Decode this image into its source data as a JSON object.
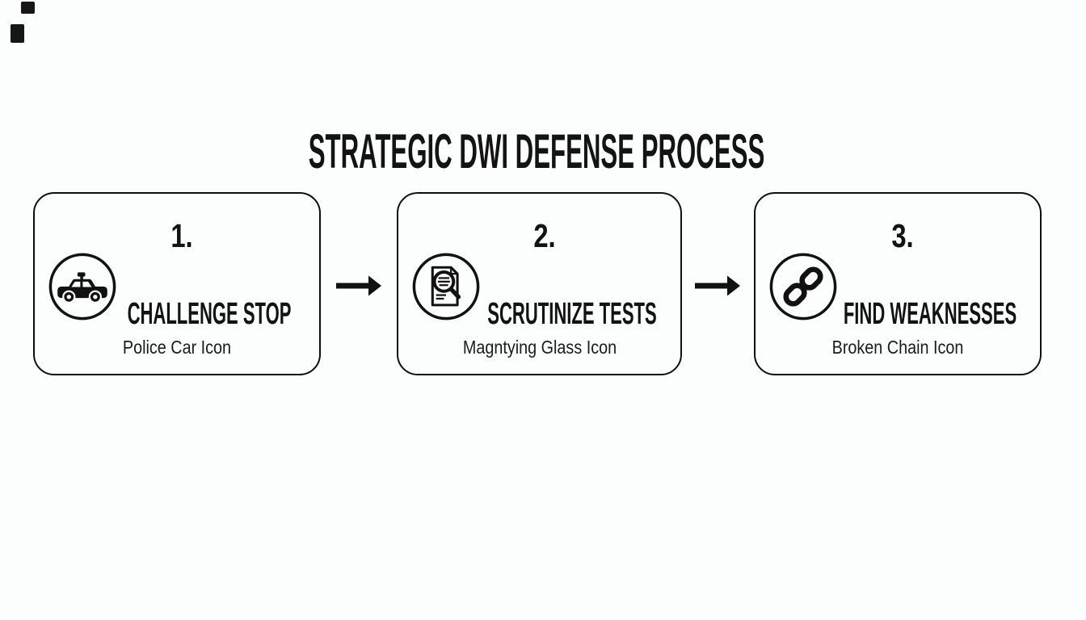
{
  "page": {
    "background": "#fcfdfd",
    "ink": "#121212",
    "title": "STRATEGIC DWI DEFENSE PROCESS"
  },
  "steps": [
    {
      "number": "1.",
      "heading": "CHALLENGE STOP",
      "caption": "Police Car Icon",
      "icon": "police-car-icon"
    },
    {
      "number": "2.",
      "heading": "SCRUTINIZE TESTS",
      "caption": "Magntying Glass Icon",
      "icon": "magnifying-glass-icon"
    },
    {
      "number": "3.",
      "heading": "FIND WEAKNESSES",
      "caption": "Broken Chain Icon",
      "icon": "broken-chain-icon"
    }
  ],
  "connectors": [
    {
      "type": "right-arrow",
      "color": "#111111"
    },
    {
      "type": "right-arrow",
      "color": "#111111"
    }
  ],
  "artifacts": [
    {
      "name": "smudge-mark",
      "color": "#161616"
    },
    {
      "name": "smudge-mark",
      "color": "#161616"
    }
  ]
}
